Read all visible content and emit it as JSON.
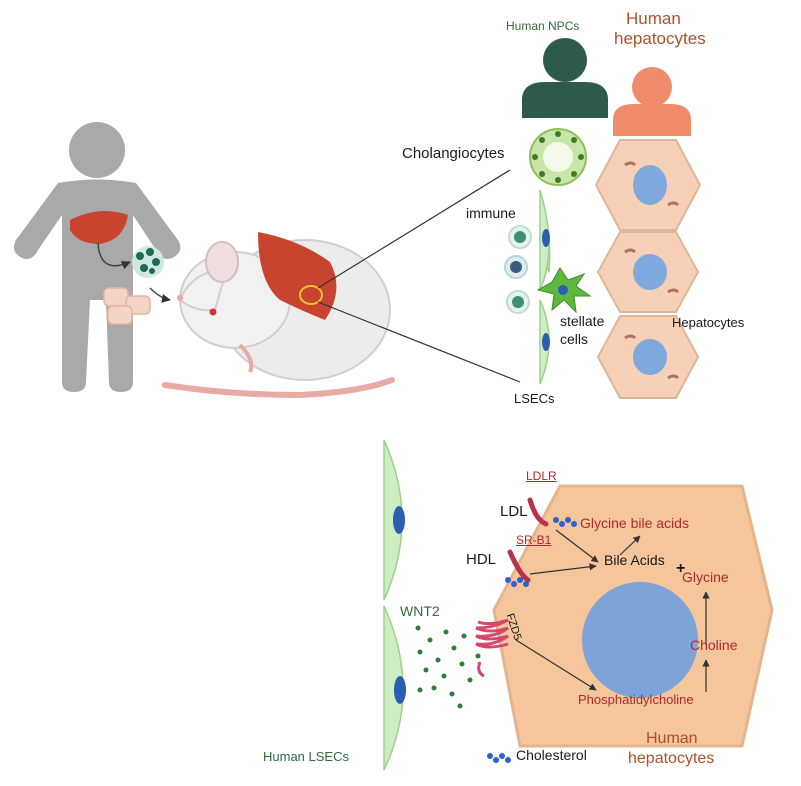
{
  "colors": {
    "npc_person": "#2e5a4b",
    "hepatocyte_person": "#ef8a6a",
    "human_silhouette": "#a9a9a9",
    "liver": "#c9442e",
    "hepatocyte_fill": "#f6c9a6",
    "hepatocyte_border": "#e0b69a",
    "big_hepatocyte": "#f5c59b",
    "nucleus": "#7fa8dc",
    "big_nucleus": "#7ea3d6",
    "lsec_fill": "#cdeec2",
    "lsec_nucleus": "#2a5fb0",
    "stellate": "#5fb83e",
    "receptor": "#b8334a",
    "fzd5": "#d8476a",
    "wnt_dots": "#2f7a3f",
    "cholesterol": "#2f5fd0",
    "text_green": "#2f6b3a",
    "text_orange": "#b0502a",
    "text_red": "#b12a2a"
  },
  "icons": [
    "person-icon",
    "mouse-icon",
    "liver-icon",
    "cell-icon",
    "cholesterol-icon",
    "receptor-icon"
  ],
  "top": {
    "human_npcs": "Human NPCs",
    "human_hepatocytes_line1": "Human",
    "human_hepatocytes_line2": "hepatocytes",
    "cholangiocytes": "Cholangiocytes",
    "immune": "immune",
    "stellate_line1": "stellate",
    "stellate_line2": "cells",
    "hepatocytes": "Hepatocytes",
    "lsecs": "LSECs"
  },
  "bottom": {
    "ldlr": "LDLR",
    "ldl": "LDL",
    "glycine_bile_acids": "Glycine bile acids",
    "sr_b1": "SR-B1",
    "hdl": "HDL",
    "bile_acids": "Bile Acids",
    "plus": "+",
    "glycine": "Glycine",
    "wnt2": "WNT2",
    "fzd5": "FZD5",
    "choline": "Choline",
    "phosphatidylcholine": "Phosphatidylcholine",
    "human_lsecs": "Human LSECs",
    "cholesterol": "Cholesterol",
    "human_hepatocytes_line1": "Human",
    "human_hepatocytes_line2": "hepatocytes"
  }
}
